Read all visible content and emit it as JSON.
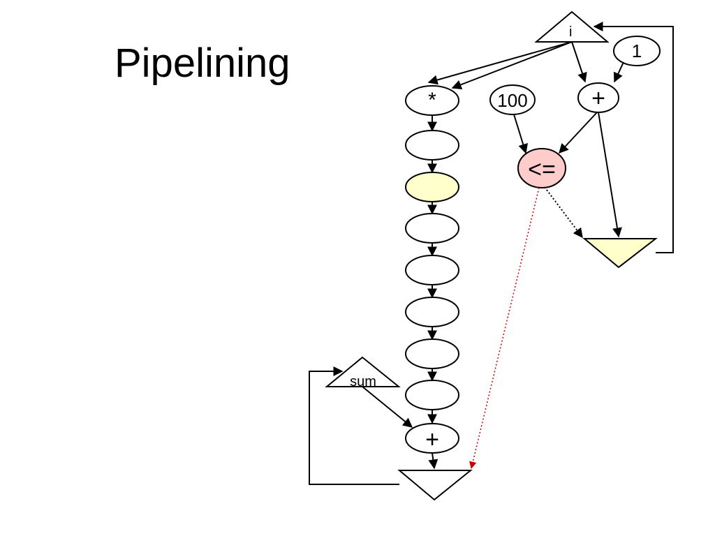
{
  "slide": {
    "title": "Pipelining"
  },
  "nodes": {
    "i_label": "i",
    "one_label": "1",
    "hundred_label": "100",
    "plus_top_label": "+",
    "compare_label": "<=",
    "mul_label": "*",
    "sum_label": "sum",
    "plus_bottom_label": "+"
  },
  "colors": {
    "compare_fill": "#ffcccc",
    "highlight_fill": "#ffffcc",
    "dotted_red": "#cc0000",
    "stroke": "#000000",
    "background": "#ffffff"
  }
}
